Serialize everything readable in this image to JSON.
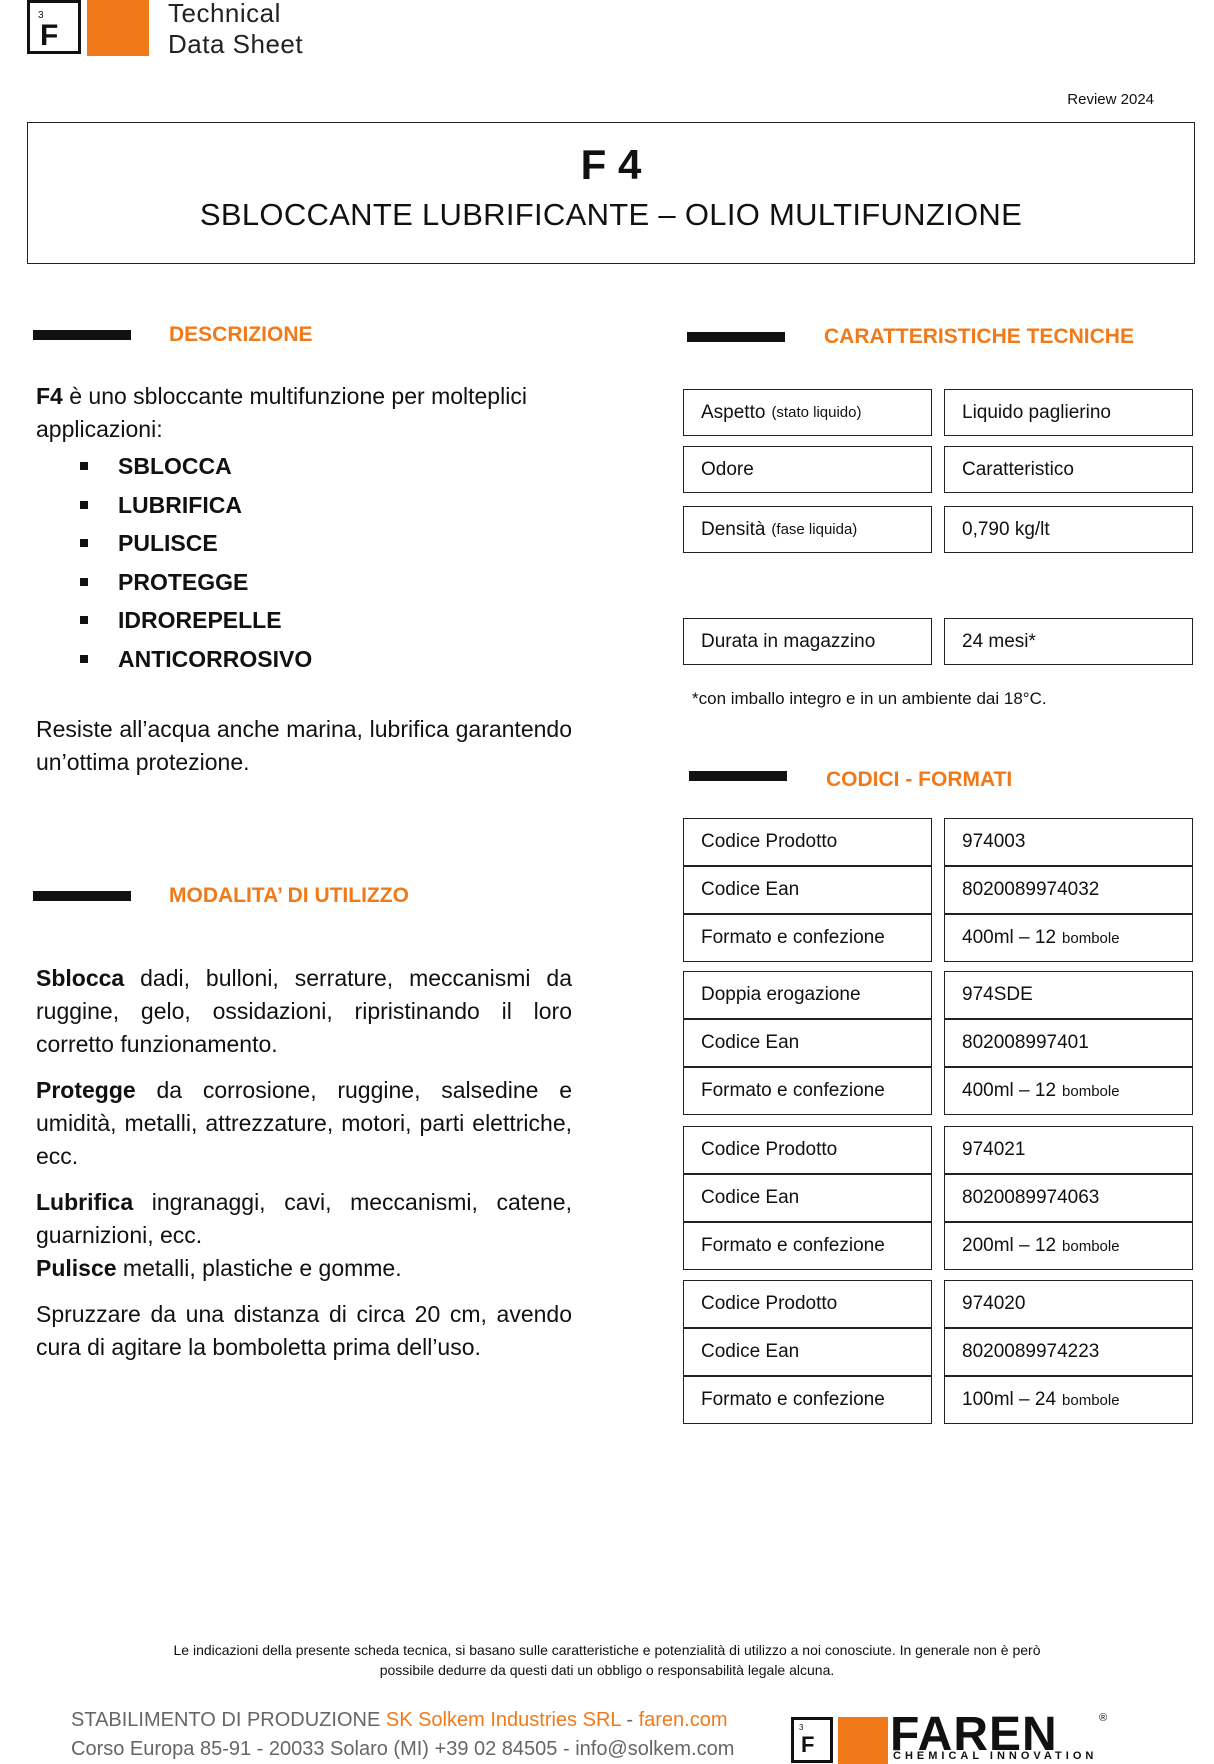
{
  "header": {
    "logo_sup": "3",
    "logo_letter": "F",
    "doc_type_line1": "Technical",
    "doc_type_line2": "Data Sheet",
    "review": "Review 2024"
  },
  "title": {
    "product": "F 4",
    "subtitle": "SBLOCCANTE LUBRIFICANTE – OLIO MULTIFUNZIONE"
  },
  "descrizione": {
    "heading": "DESCRIZIONE",
    "intro_bold": "F4",
    "intro_rest": " è uno sbloccante multifunzione per molteplici applicazioni:",
    "bullets": [
      "SBLOCCA",
      "LUBRIFICA",
      "PULISCE",
      "PROTEGGE",
      "IDROREPELLE",
      "ANTICORROSIVO"
    ],
    "closing": "Resiste all’acqua anche marina, lubrifica garantendo un’ottima protezione."
  },
  "modalita": {
    "heading": "MODALITA’ DI UTILIZZO",
    "p1_bold": "Sblocca",
    "p1_rest": " dadi, bulloni, serrature, meccanismi da ruggine, gelo, ossidazioni, ripristinando il loro corretto funzionamento.",
    "p2_bold": "Protegge",
    "p2_rest": " da corrosione, ruggine, salsedine e umidità, metalli, attrezzature, motori, parti elettriche, ecc.",
    "p3_bold": "Lubrifica",
    "p3_rest": " ingranaggi, cavi, meccanismi, catene, guarnizioni, ecc.",
    "p4_bold": "Pulisce",
    "p4_rest": " metalli, plastiche e gomme.",
    "p5": "Spruzzare da una distanza di circa 20 cm, avendo cura di agitare la bomboletta prima dell’uso."
  },
  "caratteristiche": {
    "heading": "CARATTERISTICHE TECNICHE",
    "rows": [
      {
        "label": "Aspetto",
        "note": "(stato liquido)",
        "value": "Liquido paglierino"
      },
      {
        "label": "Odore",
        "note": "",
        "value": "Caratteristico"
      },
      {
        "label": "Densità",
        "note": "(fase liquida)",
        "value": "0,790 kg/lt"
      },
      {
        "label": "Durata in magazzino",
        "note": "",
        "value": "24 mesi*"
      }
    ],
    "footnote": "*con imballo integro e in un ambiente dai 18°C."
  },
  "codici": {
    "heading": "CODICI - FORMATI",
    "groups": [
      {
        "rows": [
          {
            "label": "Codice Prodotto",
            "value": "974003",
            "unit": ""
          },
          {
            "label": "Codice Ean",
            "value": "8020089974032",
            "unit": ""
          },
          {
            "label": "Formato e confezione",
            "value": "400ml – 12",
            "unit": "bombole"
          }
        ]
      },
      {
        "rows": [
          {
            "label": "Doppia erogazione",
            "value": "974SDE",
            "unit": ""
          },
          {
            "label": "Codice Ean",
            "value": "802008997401",
            "unit": ""
          },
          {
            "label": "Formato e confezione",
            "value": "400ml – 12",
            "unit": "bombole"
          }
        ]
      },
      {
        "rows": [
          {
            "label": "Codice Prodotto",
            "value": "974021",
            "unit": ""
          },
          {
            "label": "Codice Ean",
            "value": "8020089974063",
            "unit": ""
          },
          {
            "label": "Formato e confezione",
            "value": "200ml – 12",
            "unit": "bombole"
          }
        ]
      },
      {
        "rows": [
          {
            "label": "Codice Prodotto",
            "value": "974020",
            "unit": ""
          },
          {
            "label": "Codice Ean",
            "value": "8020089974223",
            "unit": ""
          },
          {
            "label": "Formato e confezione",
            "value": "100ml – 24",
            "unit": "bombole"
          }
        ]
      }
    ]
  },
  "disclaimer": {
    "line1": "Le indicazioni della presente scheda tecnica, si basano sulle caratteristiche e potenzialità di utilizzo a noi conosciute. In generale non è però",
    "line2": "possibile dedurre da questi dati un obbligo o responsabilità legale alcuna."
  },
  "footer": {
    "plant_label": "STABILIMENTO DI PRODUZIONE ",
    "company": "SK Solkem Industries SRL",
    "sep": " - ",
    "website": "faren.com",
    "address": "Corso Europa 85-91 - 20033 Solaro (MI) +39 02 84505 - info@solkem.com",
    "brand": "FAREN",
    "brand_reg": "®",
    "brand_tag": "CHEMICAL INNOVATION",
    "brand_logo_sup": "3",
    "brand_logo_letter": "F"
  },
  "colors": {
    "accent": "#f07a1a",
    "text": "#111111"
  }
}
